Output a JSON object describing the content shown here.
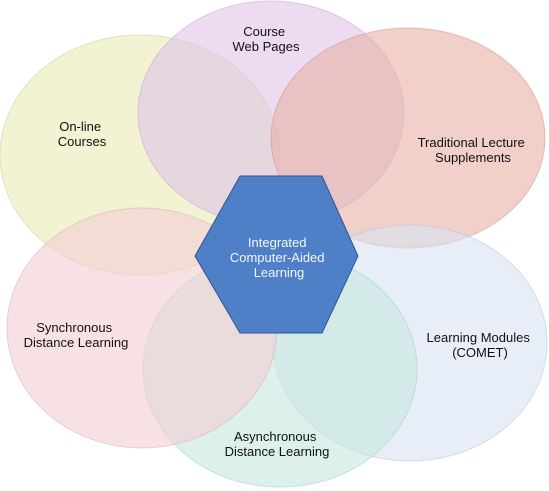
{
  "diagram": {
    "center": {
      "lines": [
        "Integrated",
        "Computer-Aided",
        "Learning"
      ],
      "fill": "#4f7fc6",
      "stroke": "#2f5597"
    },
    "petals": [
      {
        "id": "online-courses",
        "lines": [
          "On-line",
          "Courses"
        ],
        "fill": "#e8ebb4"
      },
      {
        "id": "course-web-pages",
        "lines": [
          "Course",
          "Web Pages"
        ],
        "fill": "#dfc3e8"
      },
      {
        "id": "traditional-lecture-supplements",
        "lines": [
          "Traditional Lecture",
          "Supplements"
        ],
        "fill": "#e7b1a7"
      },
      {
        "id": "learning-modules-comet",
        "lines": [
          "Learning Modules",
          "(COMET)"
        ],
        "fill": "#d7e2f1"
      },
      {
        "id": "asynchronous-distance-learning",
        "lines": [
          "Asynchronous",
          "Distance Learning"
        ],
        "fill": "#c7e7df"
      },
      {
        "id": "synchronous-distance-learning",
        "lines": [
          "Synchronous",
          "Distance Learning"
        ],
        "fill": "#f4cdd4"
      }
    ]
  }
}
